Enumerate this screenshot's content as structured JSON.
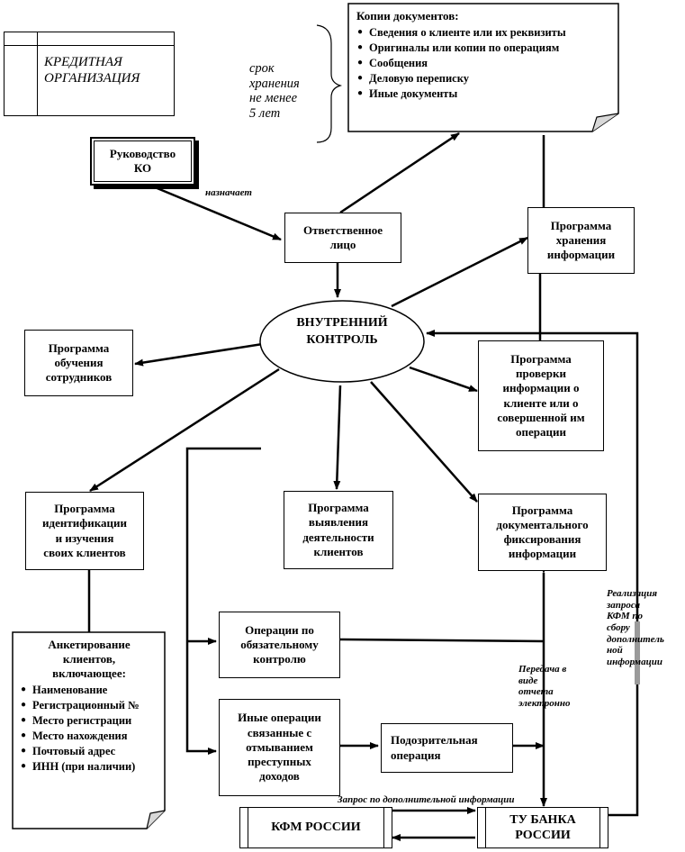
{
  "org": {
    "title_lines": [
      "КРЕДИТНАЯ",
      "ОРГАНИЗАЦИЯ"
    ]
  },
  "retention": {
    "lines": [
      "срок",
      "хранения",
      "не менее",
      "5 лет"
    ]
  },
  "copies": {
    "title": "Копии документов:",
    "items": [
      "Сведения о клиенте или их реквизиты",
      "Оригиналы или копии по операциям",
      "Сообщения",
      "Деловую переписку",
      "Иные документы"
    ]
  },
  "management": {
    "lines": [
      "Руководство",
      "КО"
    ]
  },
  "appoints_label": "назначает",
  "responsible": {
    "lines": [
      "Ответственное",
      "лицо"
    ]
  },
  "storage_program": {
    "lines": [
      "Программа",
      "хранения",
      "информации"
    ]
  },
  "internal_control": {
    "lines": [
      "ВНУТРЕННИЙ",
      "КОНТРОЛЬ"
    ]
  },
  "training_program": {
    "lines": [
      "Программа",
      "обучения",
      "сотрудников"
    ]
  },
  "verification_program": {
    "lines": [
      "Программа",
      "проверки",
      "информации о",
      "клиенте или о",
      "совершенной им",
      "операции"
    ]
  },
  "identification_program": {
    "lines": [
      "Программа",
      "идентификации",
      "и изучения",
      "своих клиентов"
    ]
  },
  "detection_program": {
    "lines": [
      "Программа",
      "выявления",
      "деятельности",
      "клиентов"
    ]
  },
  "documentary_program": {
    "lines": [
      "Программа",
      "документального",
      "фиксирования",
      "информации"
    ]
  },
  "questionnaire": {
    "title_lines": [
      "Анкетирование",
      "клиентов,",
      "включающее:"
    ],
    "items": [
      "Наименование",
      "Регистрационный  №",
      "Место регистрации",
      "Место нахождения",
      "Почтовый адрес",
      "ИНН (при наличии)"
    ]
  },
  "mandatory_ops": {
    "lines": [
      "Операции по",
      "обязательному",
      "контролю"
    ]
  },
  "other_ops": {
    "lines": [
      "Иные операции",
      "связанные с",
      "отмыванием",
      "преступных",
      "доходов"
    ]
  },
  "suspicious": {
    "lines": [
      "Подозрительная",
      "операция"
    ]
  },
  "transfer_label": {
    "lines": [
      "Передача в",
      "виде",
      "отчета",
      "электронно"
    ]
  },
  "request_label": {
    "lines": [
      "Реализация",
      "запроса",
      "КФМ по",
      "сбору",
      "дополнитель",
      "ной",
      "информации"
    ]
  },
  "additional_request_label": "Запрос по дополнительной информации",
  "kfm": {
    "label": "КФМ РОССИИ"
  },
  "tu_bank": {
    "lines": [
      "ТУ БАНКА",
      "РОССИИ"
    ]
  }
}
